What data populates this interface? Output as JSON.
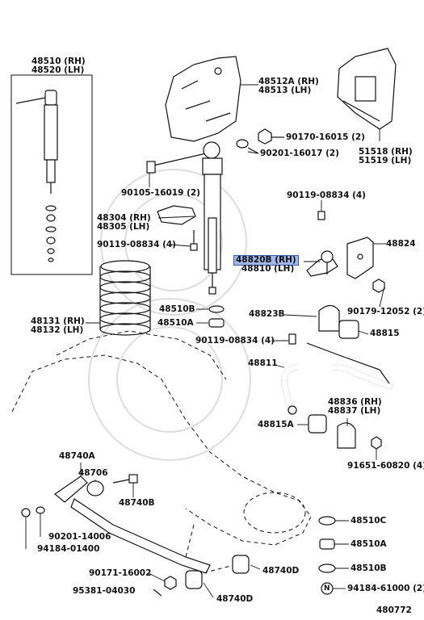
{
  "labels": {
    "p48510": "48510 (RH)",
    "p48520": "48520 (LH)",
    "p48512A": "48512A (RH)",
    "p48513": "48513 (LH)",
    "p90170": "90170-16015 (2)",
    "p90201a": "90201-16017 (2)",
    "p51518": "51518 (RH)",
    "p51519": "51519 (LH)",
    "p90105": "90105-16019 (2)",
    "p90119a": "90119-08834 (4)",
    "p48304": "48304 (RH)",
    "p48305": "48305 (LH)",
    "p90119b": "90119-08834 (4)",
    "p48824": "48824",
    "p48820B": "48820B (RH)",
    "p48810": "48810 (LH)",
    "p90179": "90179-12052 (2)",
    "p48510B_a": "48510B",
    "p48510A_a": "48510A",
    "p48823B": "48823B",
    "p48815": "48815",
    "p48131": "48131 (RH)",
    "p48132": "48132 (LH)",
    "p90119c": "90119-08834 (4)",
    "p48811": "48811",
    "p48836": "48836 (RH)",
    "p48837": "48837 (LH)",
    "p48815A": "48815A",
    "p91651": "91651-60820 (4)",
    "p48740A": "48740A",
    "p48706": "48706",
    "p48740B": "48740B",
    "p90201b": "90201-14006",
    "p94184a": "94184-01400",
    "p48510C": "48510C",
    "p48510A_b": "48510A",
    "p48510B_b": "48510B",
    "p90171": "90171-16002",
    "p95381": "95381-04030",
    "p48740D_a": "48740D",
    "p48740D_b": "48740D",
    "p94184b": "94184-61000 (2)",
    "diagram_no": "480772",
    "n_mark": "N"
  }
}
